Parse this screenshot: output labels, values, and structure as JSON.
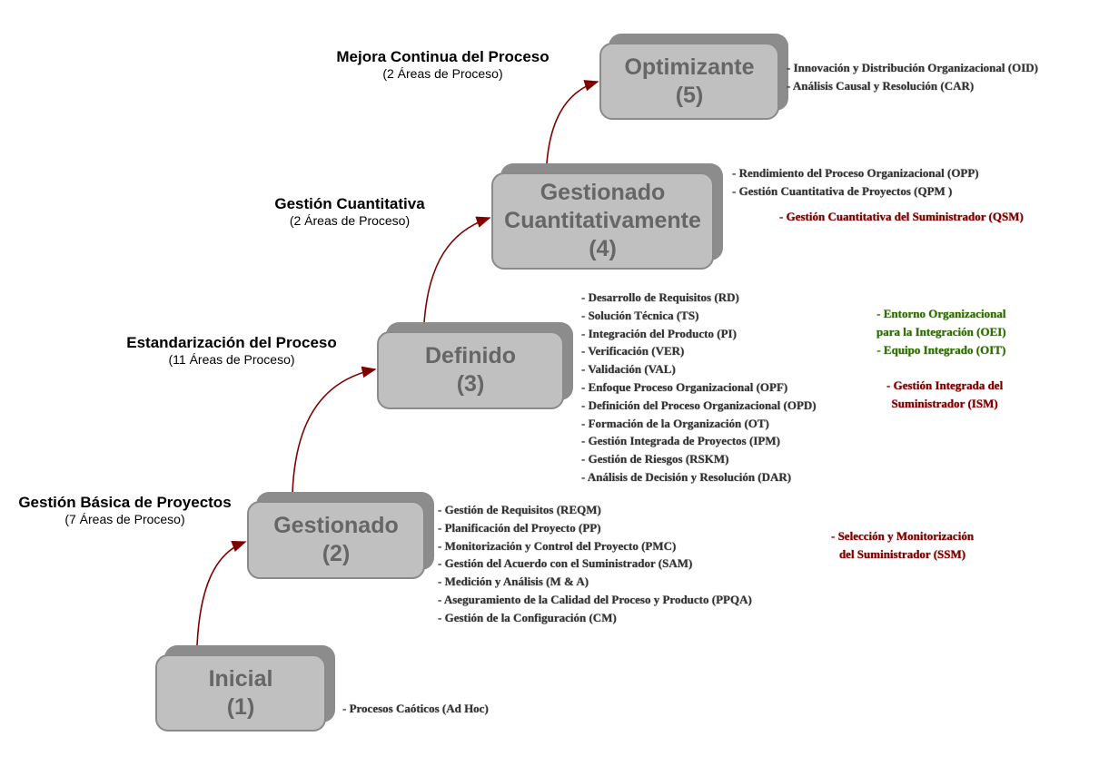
{
  "levels": [
    {
      "name": "Inicial",
      "number": "(1)",
      "items": [
        "- Procesos Caóticos (Ad Hoc)"
      ]
    },
    {
      "name": "Gestionado",
      "number": "(2)",
      "category": "Gestión Básica de Proyectos",
      "areas": "(7 Áreas de Proceso)",
      "items": [
        "- Gestión de Requisitos (REQM)",
        "- Planificación del Proyecto (PP)",
        "- Monitorización y Control del Proyecto (PMC)",
        "- Gestión del Acuerdo con el Suministrador (SAM)",
        "- Medición y Análisis (M & A)",
        "- Aseguramiento de la Calidad del Proceso y Producto (PPQA)",
        "- Gestión de la Configuración (CM)"
      ],
      "extra_red": [
        "- Selección y Monitorización",
        "del Suministrador (SSM)"
      ]
    },
    {
      "name": "Definido",
      "number": "(3)",
      "category": "Estandarización del Proceso",
      "areas": "(11 Áreas de Proceso)",
      "items": [
        "- Desarrollo de Requisitos (RD)",
        "- Solución Técnica (TS)",
        "- Integración del Producto (PI)",
        "- Verificación (VER)",
        "- Validación (VAL)",
        "- Enfoque Proceso Organizacional (OPF)",
        "- Definición del Proceso Organizacional (OPD)",
        "- Formación de la Organización (OT)",
        "- Gestión Integrada de Proyectos (IPM)",
        "- Gestión de Riesgos (RSKM)",
        "- Análisis de Decisión y Resolución (DAR)"
      ],
      "extra_green": [
        "- Entorno Organizacional",
        "para la Integración (OEI)",
        "- Equipo Integrado (OIT)"
      ],
      "extra_red": [
        "- Gestión Integrada del",
        "Suministrador (ISM)"
      ]
    },
    {
      "name_line1": "Gestionado",
      "name_line2": "Cuantitativamente",
      "number": "(4)",
      "category": "Gestión Cuantitativa",
      "areas": "(2 Áreas de Proceso)",
      "items": [
        "- Rendimiento del Proceso Organizacional (OPP)",
        "- Gestión Cuantitativa de Proyectos (QPM )"
      ],
      "extra_red": [
        "- Gestión Cuantitativa del Suministrador (QSM)"
      ]
    },
    {
      "name": "Optimizante",
      "number": "(5)",
      "category": "Mejora Continua del Proceso",
      "areas": "(2 Áreas de Proceso)",
      "items": [
        "- Innovación y Distribución Organizacional (OID)",
        "- Análisis Causal y Resolución (CAR)"
      ]
    }
  ],
  "colors": {
    "box": "#c0c0c0",
    "shadow": "#8c8c8c",
    "arrow": "#800000",
    "green": "#2e6b00",
    "red": "#7a0000"
  }
}
